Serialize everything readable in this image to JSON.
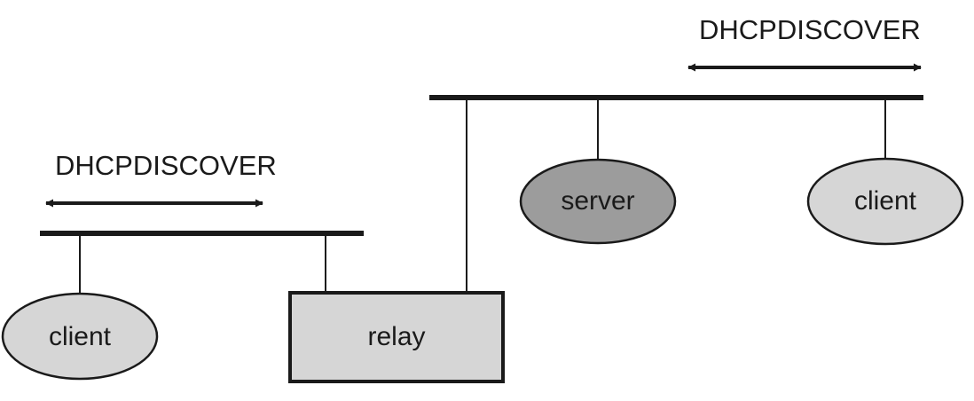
{
  "diagram": {
    "colors": {
      "line": "#1a1a1a",
      "client_fill": "#d6d6d6",
      "server_fill": "#9c9c9c",
      "relay_fill": "#d6d6d6"
    },
    "left_segment": {
      "message": "DHCPDISCOVER",
      "client_label": "client"
    },
    "relay": {
      "label": "relay"
    },
    "right_segment": {
      "message": "DHCPDISCOVER",
      "server_label": "server",
      "client_label": "client"
    }
  }
}
